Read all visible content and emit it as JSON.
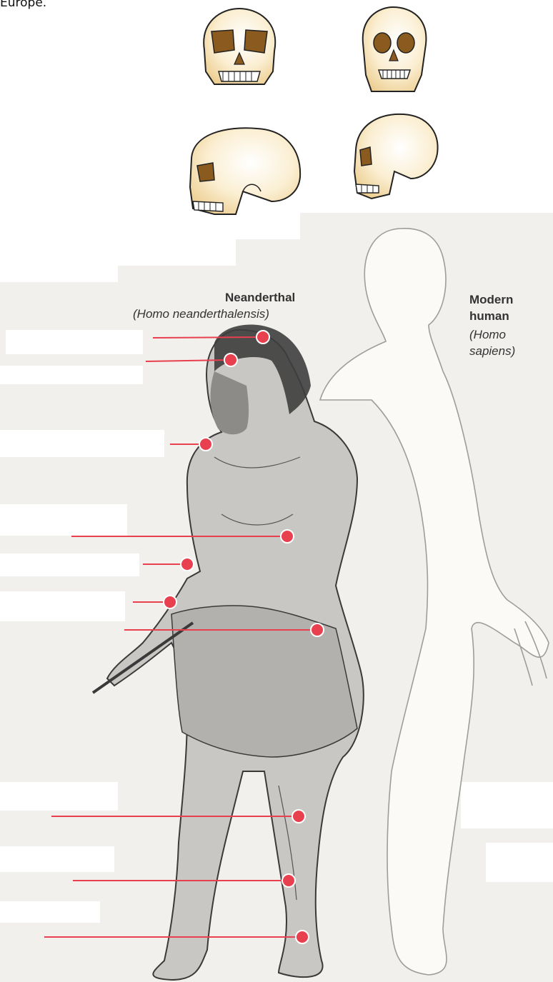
{
  "header_text": "Europe.",
  "neanderthal": {
    "common_name": "Neanderthal",
    "scientific_name": "(Homo neanderthalensis)"
  },
  "modern_human": {
    "common_line1": "Modern",
    "common_line2": "human",
    "scientific_line1": "(Homo",
    "scientific_line2": "sapiens)"
  },
  "colors": {
    "skull_fill": "#f7e3b8",
    "skull_eye": "#8a5a1e",
    "pointer_red": "#e8404f",
    "page_gray": "#f2f0ed"
  }
}
